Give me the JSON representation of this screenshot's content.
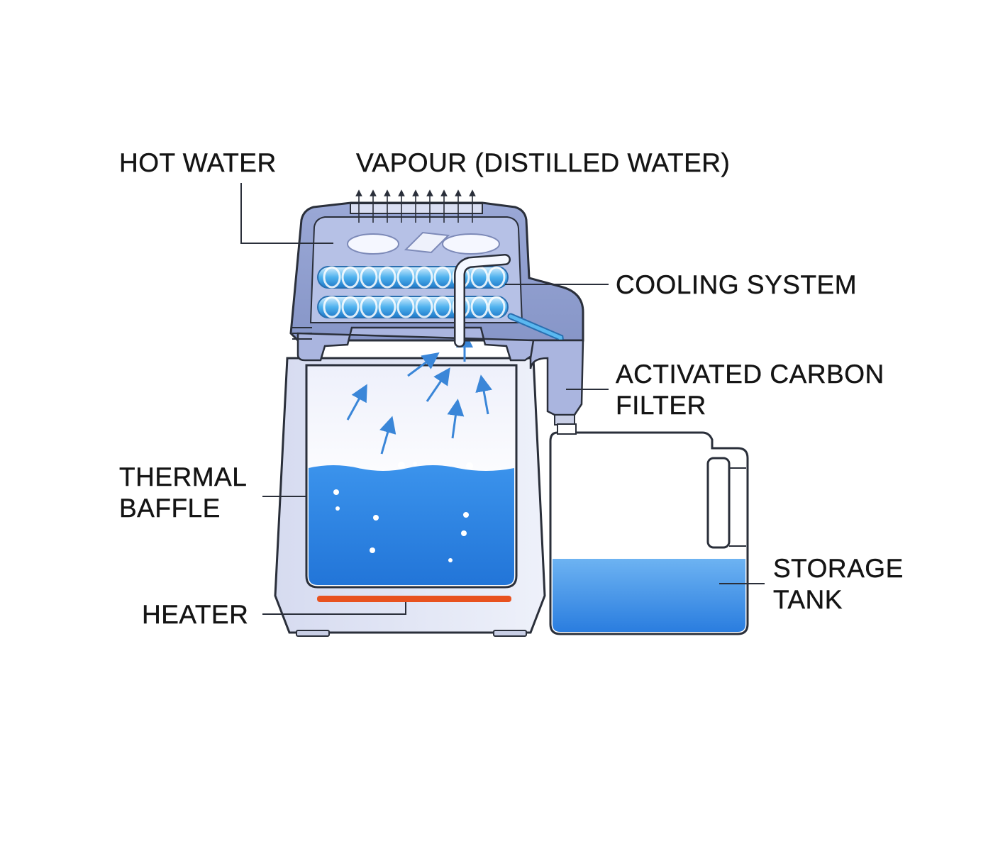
{
  "labels": {
    "hot_water": "HOT WATER",
    "vapour": "VAPOUR (DISTILLED WATER)",
    "cooling_system": "COOLING SYSTEM",
    "activated_carbon_line1": "ACTIVATED CARBON",
    "activated_carbon_line2": "FILTER",
    "thermal_baffle_line1": "THERMAL",
    "thermal_baffle_line2": "BAFFLE",
    "heater": "HEATER",
    "storage_tank_line1": "STORAGE",
    "storage_tank_line2": "TANK"
  },
  "colors": {
    "water": "#2f86e6",
    "coil": "#5ab8f0",
    "housing": "#8a9ccd",
    "heater": "#e8521f",
    "vapour_arrow": "#3a86d8",
    "outline": "#2a2f3a"
  },
  "icons": {
    "vapour_arrows": "arrow-up-icon",
    "steam_arrows": "arrow-icon"
  }
}
